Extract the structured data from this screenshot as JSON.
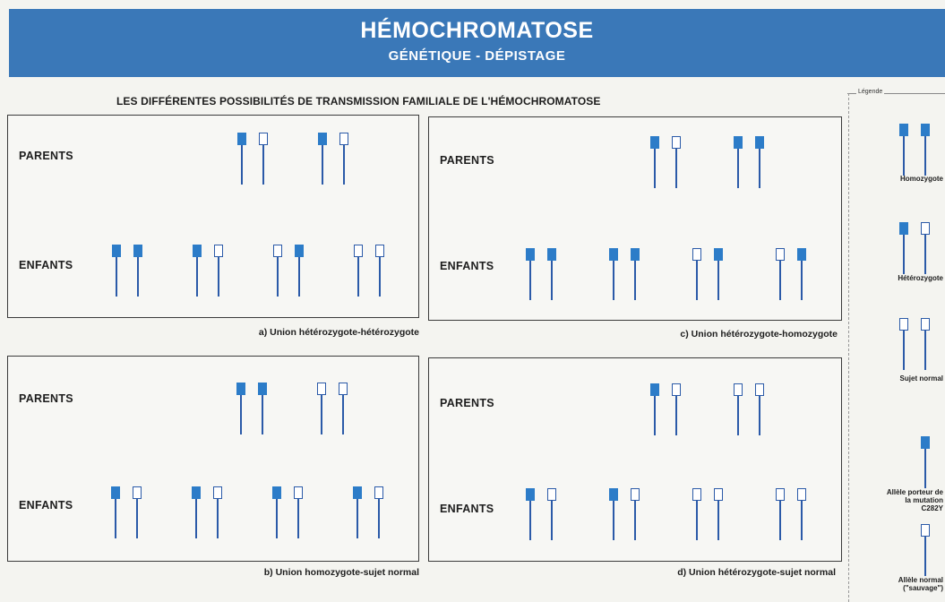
{
  "header": {
    "title": "HÉMOCHROMATOSE",
    "subtitle": "GÉNÉTIQUE - DÉPISTAGE"
  },
  "main_title": "LES DIFFÉRENTES POSSIBILITÉS DE TRANSMISSION FAMILIALE DE L'HÉMOCHROMATOSE",
  "labels": {
    "parents": "PARENTS",
    "enfants": "ENFANTS"
  },
  "panels": [
    {
      "caption": "a) Union hétérozygote-hétérozygote",
      "parents": [
        [
          "mut",
          "norm"
        ],
        [
          "mut",
          "norm"
        ]
      ],
      "children": [
        [
          "mut",
          "mut"
        ],
        [
          "mut",
          "norm"
        ],
        [
          "norm",
          "mut"
        ],
        [
          "norm",
          "norm"
        ]
      ]
    },
    {
      "caption": "b) Union homozygote-sujet normal",
      "parents": [
        [
          "mut",
          "mut"
        ],
        [
          "norm",
          "norm"
        ]
      ],
      "children": [
        [
          "mut",
          "norm"
        ],
        [
          "mut",
          "norm"
        ],
        [
          "mut",
          "norm"
        ],
        [
          "mut",
          "norm"
        ]
      ]
    },
    {
      "caption": "c) Union hétérozygote-homozygote",
      "parents": [
        [
          "mut",
          "norm"
        ],
        [
          "mut",
          "mut"
        ]
      ],
      "children": [
        [
          "mut",
          "mut"
        ],
        [
          "mut",
          "mut"
        ],
        [
          "norm",
          "mut"
        ],
        [
          "norm",
          "mut"
        ]
      ]
    },
    {
      "caption": "d) Union hétérozygote-sujet normal",
      "parents": [
        [
          "mut",
          "norm"
        ],
        [
          "norm",
          "norm"
        ]
      ],
      "children": [
        [
          "mut",
          "norm"
        ],
        [
          "mut",
          "norm"
        ],
        [
          "norm",
          "norm"
        ],
        [
          "norm",
          "norm"
        ]
      ]
    }
  ],
  "legend": {
    "title": "Légende",
    "items": [
      {
        "label_lines": [
          "Homozygote"
        ],
        "alleles": [
          "mut",
          "mut"
        ]
      },
      {
        "label_lines": [
          "Hétérozygote"
        ],
        "alleles": [
          "mut",
          "norm"
        ]
      },
      {
        "label_lines": [
          "Sujet normal"
        ],
        "alleles": [
          "norm",
          "norm"
        ]
      },
      {
        "label_lines": [
          "Allèle porteur de",
          "la mutation",
          "C282Y"
        ],
        "alleles": [
          "mut"
        ]
      },
      {
        "label_lines": [
          "Allèle normal",
          "(\"sauvage\")"
        ],
        "alleles": [
          "norm"
        ]
      }
    ]
  },
  "colors": {
    "header_bg": "#3a78b8",
    "mutant": "#2c7cc8",
    "stroke": "#2b5aa8"
  }
}
